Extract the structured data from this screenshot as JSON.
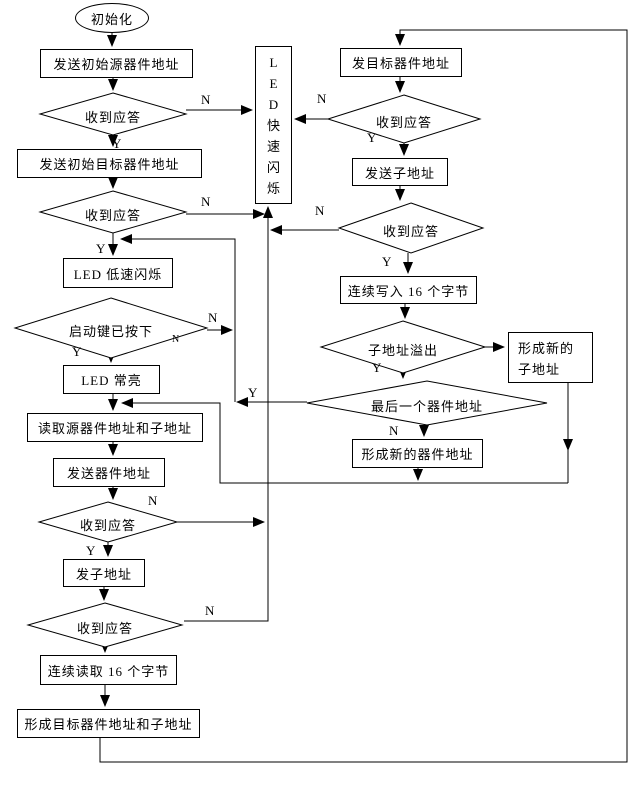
{
  "branch": {
    "yes": "Y",
    "no": "N"
  },
  "nodes": {
    "start": "初始化",
    "send_init_source": "发送初始源器件地址",
    "ack_1": "收到应答",
    "send_init_target": "发送初始目标器件地址",
    "ack_2": "收到应答",
    "led_slow_blink": "LED 低速闪烁",
    "start_key_pressed": "启动键已按下",
    "led_on": "LED 常亮",
    "read_source_sub": "读取源器件地址和子地址",
    "send_device_addr": "发送器件地址",
    "ack_3": "收到应答",
    "send_sub_addr_left": "发子地址",
    "ack_4": "收到应答",
    "read_16_bytes": "连续读取 16 个字节",
    "form_target_addrs": "形成目标器件地址和子地址",
    "led_fast_blink": "LED快速闪烁",
    "send_target_addr": "发目标器件地址",
    "ack_r1": "收到应答",
    "send_sub_addr_right": "发送子地址",
    "ack_r2": "收到应答",
    "write_16_bytes": "连续写入 16 个字节",
    "sub_addr_overflow": "子地址溢出",
    "form_new_sub_addr": "形成新的\n子地址",
    "last_device_addr": "最后一个器件地址",
    "form_new_device_addr": "形成新的器件地址"
  },
  "colors": {
    "line": "#000000",
    "background": "#ffffff",
    "text": "#000000"
  }
}
